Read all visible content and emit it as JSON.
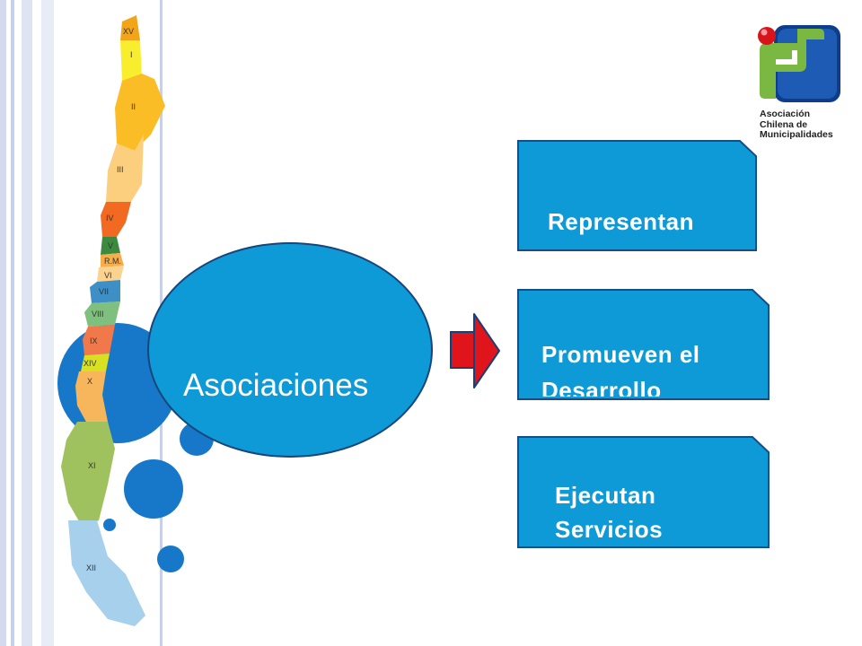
{
  "map_regions": [
    "XV",
    "I",
    "II",
    "III",
    "IV",
    "V",
    "R.M.",
    "VI",
    "VII",
    "VIII",
    "IX",
    "XIV",
    "X",
    "XI",
    "XII"
  ],
  "center": {
    "label": "Asociaciones"
  },
  "boxes": [
    {
      "label": "Representan"
    },
    {
      "label_line1": "Promueven el",
      "label_line2": "Desarrollo"
    },
    {
      "label_line1": "Ejecutan",
      "label_line2": "Servicios"
    }
  ],
  "logo": {
    "line1": "Asociación",
    "line2": "Chilena de",
    "line3": "Municipalidades",
    "accent": "#0e3d8c",
    "dot": "#d8141b",
    "green": "#7bb842"
  },
  "colors": {
    "box_fill": "#0d9ad6",
    "box_border": "#1a4c83",
    "arrow": "#e0151b",
    "dots": "#1778c9"
  }
}
